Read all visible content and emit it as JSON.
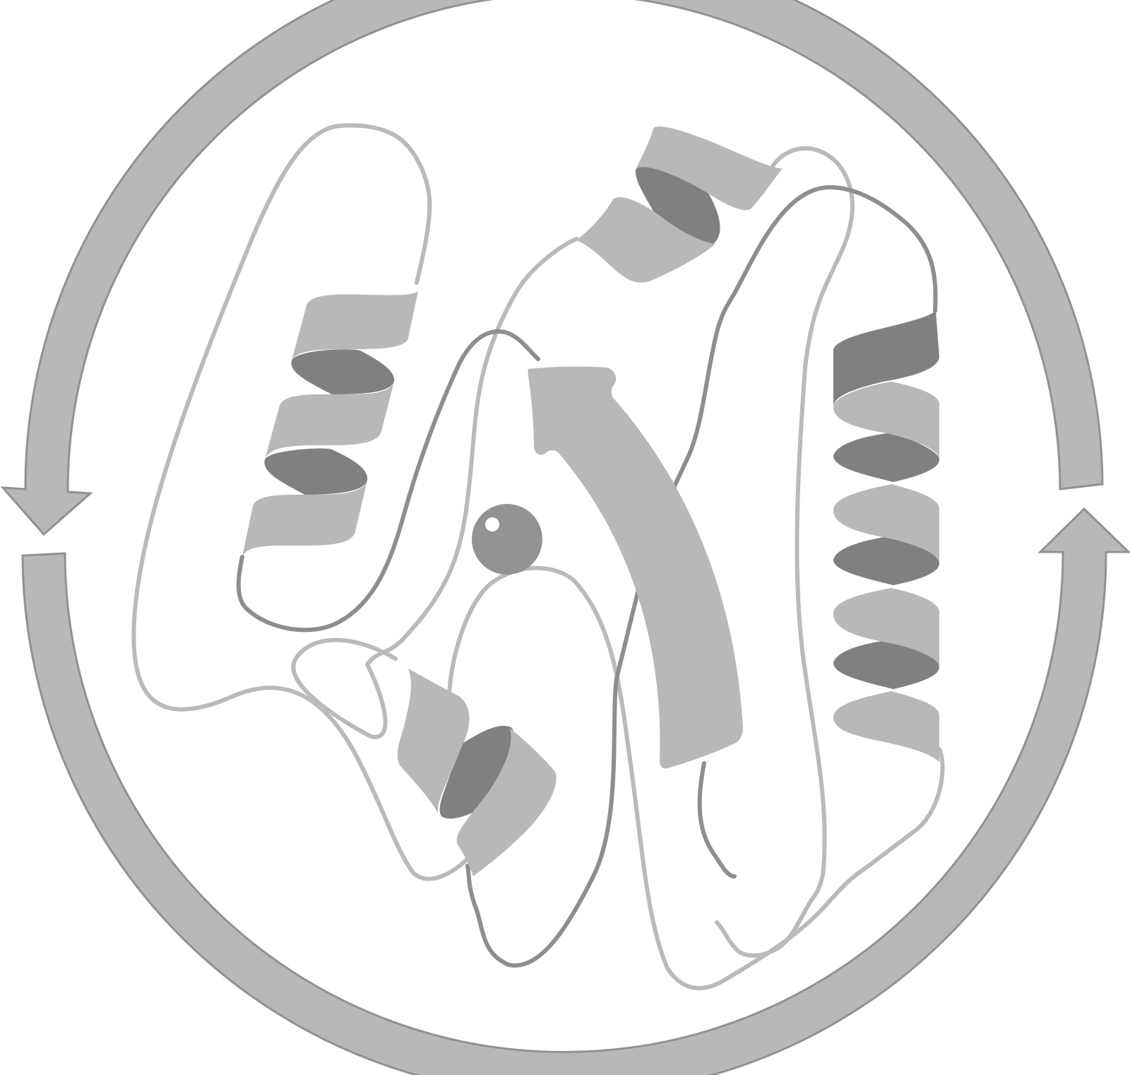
{
  "diagram": {
    "subject": "protein-ribbon-cartoon",
    "elements": [
      "cyclic-arrow-left",
      "cyclic-arrow-right",
      "helix-left",
      "helix-top",
      "helix-right",
      "helix-bottom",
      "beta-strand",
      "metal-ion",
      "coil-loops"
    ]
  },
  "colors": {
    "band_fill": "#b8b8b8",
    "band_stroke": "#919191",
    "ribbon_light": "#b8b8b8",
    "ribbon_dark": "#808080",
    "loop_light": "#bababa",
    "loop_dark": "#8e8e8e",
    "ion": "#939393"
  }
}
